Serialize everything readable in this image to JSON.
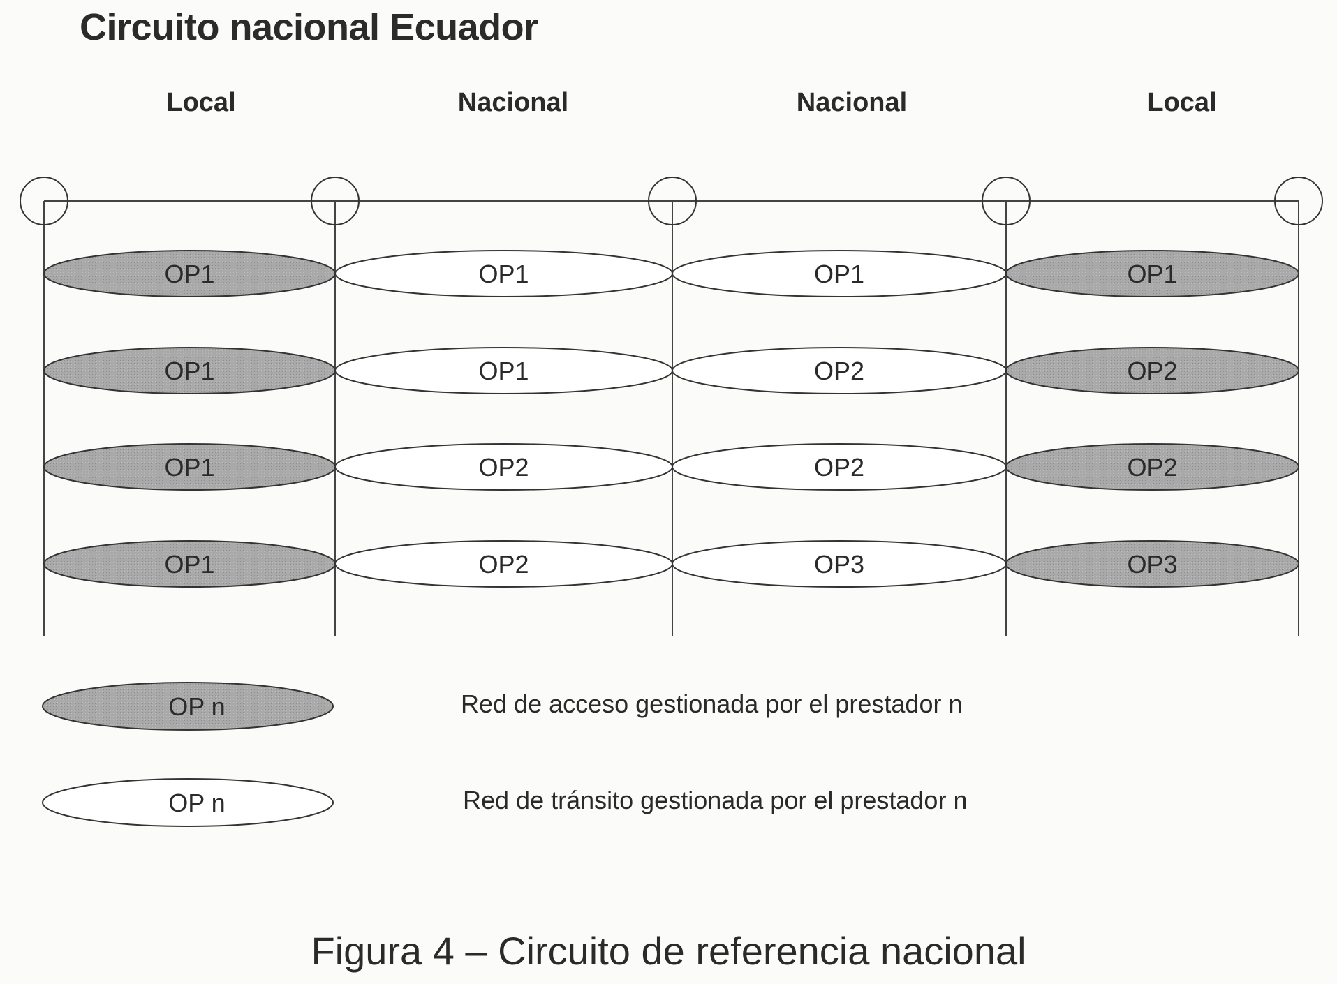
{
  "title": "Circuito nacional Ecuador",
  "columns": [
    "Local",
    "Nacional",
    "Nacional",
    "Local"
  ],
  "rows": [
    [
      "OP1",
      "OP1",
      "OP1",
      "OP1"
    ],
    [
      "OP1",
      "OP1",
      "OP2",
      "OP2"
    ],
    [
      "OP1",
      "OP2",
      "OP2",
      "OP2"
    ],
    [
      "OP1",
      "OP2",
      "OP3",
      "OP3"
    ]
  ],
  "column_types": [
    "access",
    "transit",
    "transit",
    "access"
  ],
  "legend": [
    {
      "type": "access",
      "label": "OP n",
      "text": "Red de acceso gestionada por el prestador n"
    },
    {
      "type": "transit",
      "label": "OP n",
      "text": "Red de tránsito gestionada por el prestador n"
    }
  ],
  "caption": "Figura 4 – Circuito de referencia nacional",
  "colors": {
    "access_fill": "#a9a9a9",
    "transit_fill": "#ffffff",
    "stroke": "#444444"
  }
}
